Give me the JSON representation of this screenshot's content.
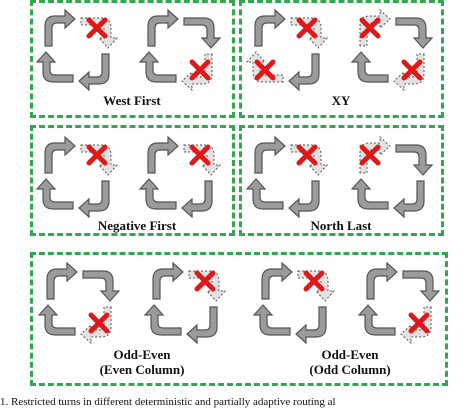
{
  "panels": [
    {
      "key": "west-first",
      "label_lines": [
        "West First"
      ],
      "groups": [
        {
          "missing": [
            "tr"
          ],
          "crosses": [
            "tr"
          ]
        },
        {
          "missing": [
            "br"
          ],
          "crosses": [
            "br"
          ]
        }
      ]
    },
    {
      "key": "xy",
      "label_lines": [
        "XY"
      ],
      "groups": [
        {
          "missing": [
            "tr",
            "bl"
          ],
          "crosses": [
            "tr",
            "bl"
          ]
        },
        {
          "missing": [
            "tl",
            "br"
          ],
          "crosses": [
            "tl",
            "br"
          ]
        }
      ]
    },
    {
      "key": "negative-first",
      "label_lines": [
        "Negative First"
      ],
      "groups": [
        {
          "missing": [
            "tr"
          ],
          "crosses": [
            "tr"
          ]
        },
        {
          "missing": [
            "tr"
          ],
          "crosses": [
            "tr"
          ]
        }
      ]
    },
    {
      "key": "north-last",
      "label_lines": [
        "North Last"
      ],
      "groups": [
        {
          "missing": [
            "tr"
          ],
          "crosses": [
            "tr"
          ]
        },
        {
          "missing": [
            "tl"
          ],
          "crosses": [
            "tl"
          ]
        }
      ]
    },
    {
      "key": "odd-even",
      "label_lines": [],
      "groups": [
        {
          "missing": [
            "br"
          ],
          "crosses": [
            "br"
          ]
        },
        {
          "missing": [
            "tr"
          ],
          "crosses": [
            "tr"
          ]
        },
        {
          "missing": [
            "tr"
          ],
          "crosses": [
            "tr"
          ]
        },
        {
          "missing": [
            "br"
          ],
          "crosses": [
            "br"
          ]
        }
      ],
      "sublabels": [
        [
          "Odd-Even",
          "(Even Column)"
        ],
        [
          "Odd-Even",
          "(Odd Column)"
        ]
      ]
    }
  ],
  "caption": "1. Restricted turns in different deterministic and partially adaptive routing al",
  "colors": {
    "border": "#2fa84f",
    "arrow": "#9b9b9b",
    "arrow_stroke": "#555555",
    "missing_fill": "#e2e2e2",
    "cross": "#e01818"
  },
  "icons": {
    "turn": "curved-arrow-icon",
    "forbidden": "x-mark-icon"
  }
}
